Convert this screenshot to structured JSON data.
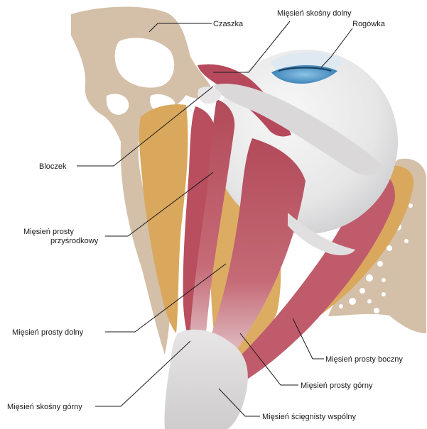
{
  "labels": {
    "czaszka": "Czaszka",
    "skosny_dolny": "Mięsień skośny dolny",
    "rogowka": "Rogówka",
    "bloczek": "Bloczek",
    "prosty_przysrodkowy_1": "Mięsień prosty",
    "prosty_przysrodkowy_2": "przyśrodkowy",
    "prosty_dolny": "Mięsień prosty dolny",
    "prosty_boczny": "Mięsień prosty boczny",
    "prosty_gorny": "Mięsień prosty górny",
    "skosny_gorny": "Mięsień skośny górny",
    "scięgnisty": "Mięsień ścięgnisty wspólny"
  },
  "colors": {
    "bone": "#d4bfa8",
    "fat": "#d9a85c",
    "muscle": "#b5505e",
    "sclera": "#e9e9ea",
    "cornea": "#5a9fce",
    "tendon": "#e4e2e3"
  }
}
